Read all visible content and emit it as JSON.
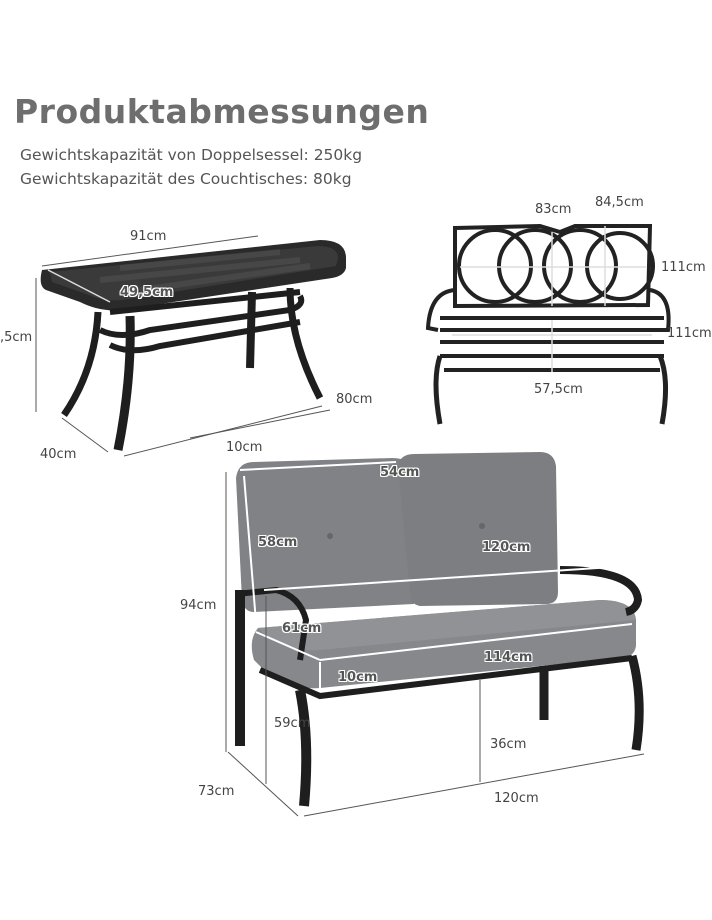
{
  "header": {
    "title": "Produktabmessungen",
    "specs": [
      "Gewichtskapazität von Doppelsessel: 250kg",
      "Gewichtskapazität des Couchtisches: 80kg"
    ]
  },
  "table": {
    "length": "91cm",
    "inner_width": "49,5cm",
    "height_partial": ",5cm",
    "depth": "40cm",
    "rail": "10cm",
    "width_diag": "80cm"
  },
  "bench_frame": {
    "backrest_width": "83cm",
    "backrest_height": "84,5cm",
    "overall_width": "111cm",
    "seat_width": "111cm",
    "seat_depth": "57,5cm"
  },
  "loveseat": {
    "frame_thickness": "10cm",
    "back_cushion_width": "54cm",
    "back_cushion_height": "58cm",
    "arm_width": "120cm",
    "seat_cushion_depth": "61cm",
    "seat_cushion_thickness": "10cm",
    "seat_cushion_width": "114cm",
    "total_height": "94cm",
    "armrest_height": "59cm",
    "seat_height": "36cm",
    "depth": "73cm",
    "total_width": "120cm"
  },
  "colors": {
    "metal": "#1e1e1e",
    "cushion": "#808286",
    "cushion_dark": "#6c6e72",
    "title": "#6e6e6e",
    "text": "#555555"
  }
}
